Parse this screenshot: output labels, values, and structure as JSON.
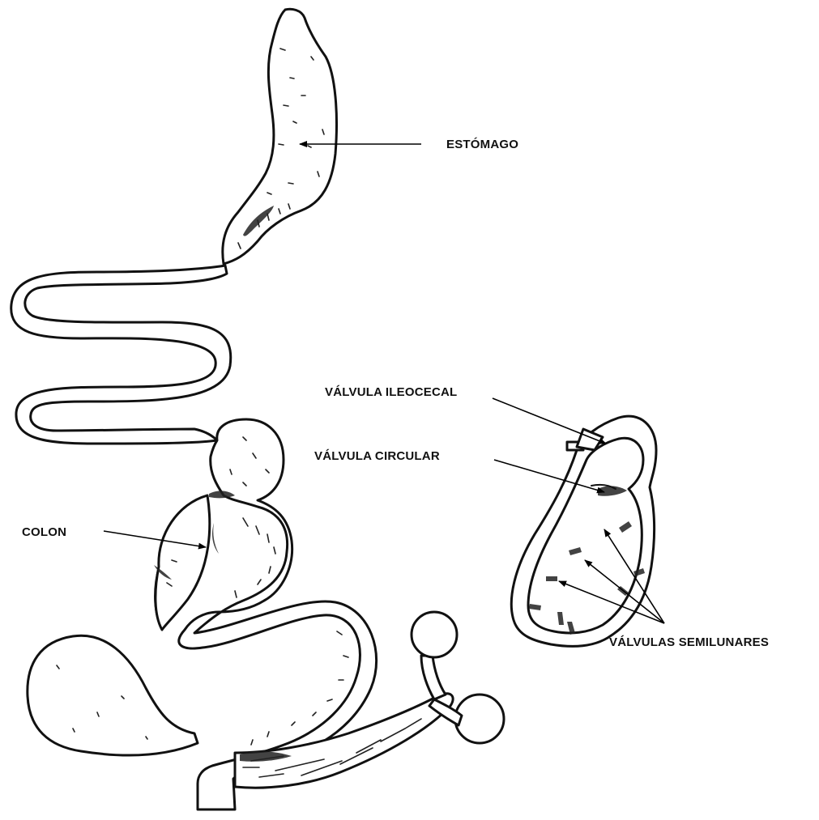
{
  "labels": {
    "estomago": "ESTÓMAGO",
    "valvula_ileocecal": "VÁLVULA ILEOCECAL",
    "valvula_circular": "VÁLVULA  CIRCULAR",
    "colon": "COLON",
    "valvulas_semilunares": "VÁLVULAS SEMILUNARES"
  },
  "colors": {
    "ink": "#111111",
    "background": "#ffffff"
  }
}
